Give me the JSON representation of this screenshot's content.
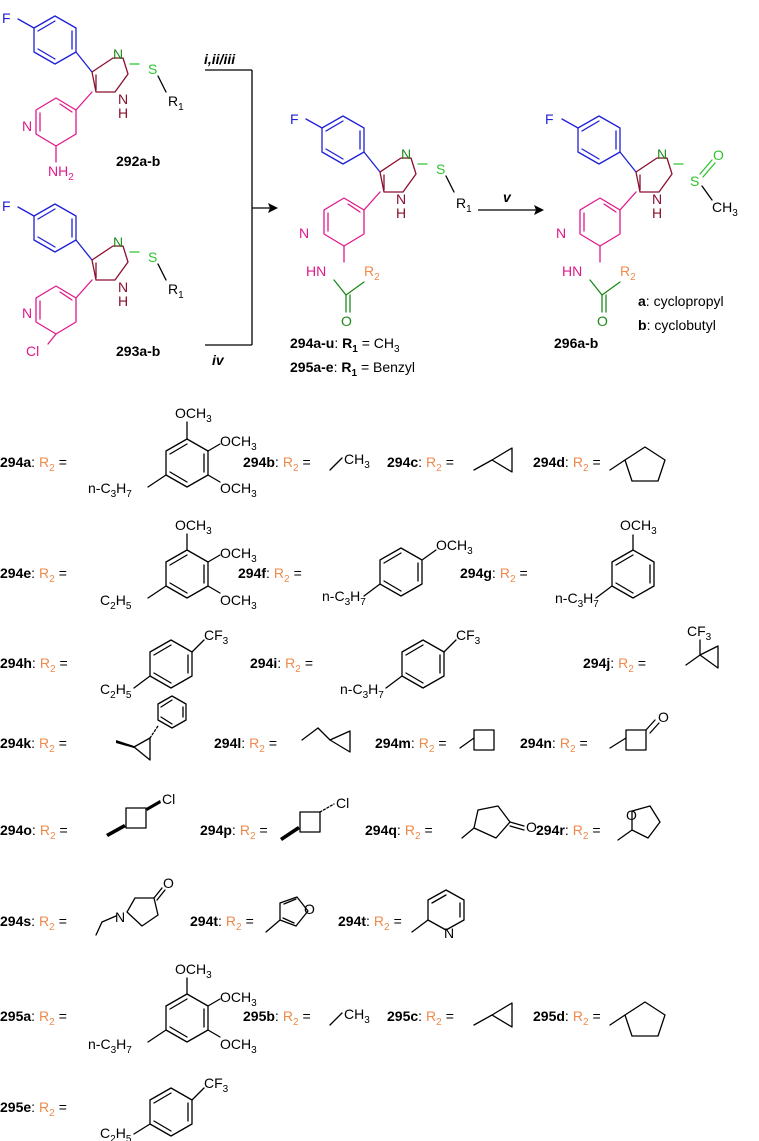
{
  "colors": {
    "fluorophenyl": "#1f1fd6",
    "pyridine": "#e0198a",
    "sulfur": "#2ec42e",
    "imidazole": "#8b0f2e",
    "r2": "#f08a4b",
    "carbonyl": "#1a8a1a"
  },
  "atoms": {
    "F": "F",
    "N": "N",
    "NH": "NH",
    "H": "H",
    "S": "S",
    "O": "O",
    "Cl": "Cl",
    "NH2": "NH",
    "two": "2",
    "R": "R",
    "one": "1",
    "CH3": "CH",
    "three": "3",
    "HN": "HN",
    "SO": "S",
    "Oeq": "O"
  },
  "compounds": {
    "c292": "292a-b",
    "c293": "293a-b",
    "c294": "294a-u",
    "c295": "295a-e",
    "c296": "296a-b"
  },
  "reagents": {
    "step1": "i,ii/iii",
    "step2": "iv",
    "step3": "v"
  },
  "definitions": {
    "r1_ch3": "= CH",
    "r1_benzyl": "= Benzyl",
    "a_key": "a",
    "a_val": ": cyclopropyl",
    "b_key": "b",
    "b_val": ": cyclobutyl"
  },
  "entries": [
    {
      "id": "294a",
      "sep": ":",
      "r": "R",
      "sub": "2",
      "eq": "="
    },
    {
      "id": "294b",
      "sep": ":",
      "r": "R",
      "sub": "2",
      "eq": "="
    },
    {
      "id": "294c",
      "sep": ":",
      "r": "R",
      "sub": "2",
      "eq": "="
    },
    {
      "id": "294d",
      "sep": ":",
      "r": "R",
      "sub": "2",
      "eq": "="
    },
    {
      "id": "294e",
      "sep": ":",
      "r": "R",
      "sub": "2",
      "eq": "="
    },
    {
      "id": "294f",
      "sep": ":",
      "r": "R",
      "sub": "2",
      "eq": "="
    },
    {
      "id": "294g",
      "sep": ":",
      "r": "R",
      "sub": "2",
      "eq": "="
    },
    {
      "id": "294h",
      "sep": ":",
      "r": "R",
      "sub": "2",
      "eq": "="
    },
    {
      "id": "294i",
      "sep": ":",
      "r": "R",
      "sub": "2",
      "eq": "="
    },
    {
      "id": "294j",
      "sep": ":",
      "r": "R",
      "sub": "2",
      "eq": "="
    },
    {
      "id": "294k",
      "sep": ":",
      "r": "R",
      "sub": "2",
      "eq": "="
    },
    {
      "id": "294l",
      "sep": ":",
      "r": "R",
      "sub": "2",
      "eq": "="
    },
    {
      "id": "294m",
      "sep": ":",
      "r": "R",
      "sub": "2",
      "eq": "="
    },
    {
      "id": "294n",
      "sep": ":",
      "r": "R",
      "sub": "2",
      "eq": "="
    },
    {
      "id": "294o",
      "sep": ":",
      "r": "R",
      "sub": "2",
      "eq": "="
    },
    {
      "id": "294p",
      "sep": ":",
      "r": "R",
      "sub": "2",
      "eq": "="
    },
    {
      "id": "294q",
      "sep": ":",
      "r": "R",
      "sub": "2",
      "eq": "="
    },
    {
      "id": "294r",
      "sep": ":",
      "r": "R",
      "sub": "2",
      "eq": "="
    },
    {
      "id": "294s",
      "sep": ":",
      "r": "R",
      "sub": "2",
      "eq": "="
    },
    {
      "id": "294t",
      "sep": ":",
      "r": "R",
      "sub": "2",
      "eq": "="
    },
    {
      "id": "294t",
      "sep": ":",
      "r": "R",
      "sub": "2",
      "eq": "="
    },
    {
      "id": "295a",
      "sep": ":",
      "r": "R",
      "sub": "2",
      "eq": "="
    },
    {
      "id": "295b",
      "sep": ":",
      "r": "R",
      "sub": "2",
      "eq": "="
    },
    {
      "id": "295c",
      "sep": ":",
      "r": "R",
      "sub": "2",
      "eq": "="
    },
    {
      "id": "295d",
      "sep": ":",
      "r": "R",
      "sub": "2",
      "eq": "="
    },
    {
      "id": "295e",
      "sep": ":",
      "r": "R",
      "sub": "2",
      "eq": "="
    }
  ],
  "substituents": {
    "ome": "OCH",
    "three": "3",
    "nc3h7": "n-C",
    "c3": "3",
    "h7": "H",
    "seven": "7",
    "c2": "C",
    "two": "2",
    "h5": "H",
    "five": "5",
    "ch3": "CH",
    "cf3": "CF",
    "o": "O",
    "cl": "Cl",
    "n": "N"
  }
}
